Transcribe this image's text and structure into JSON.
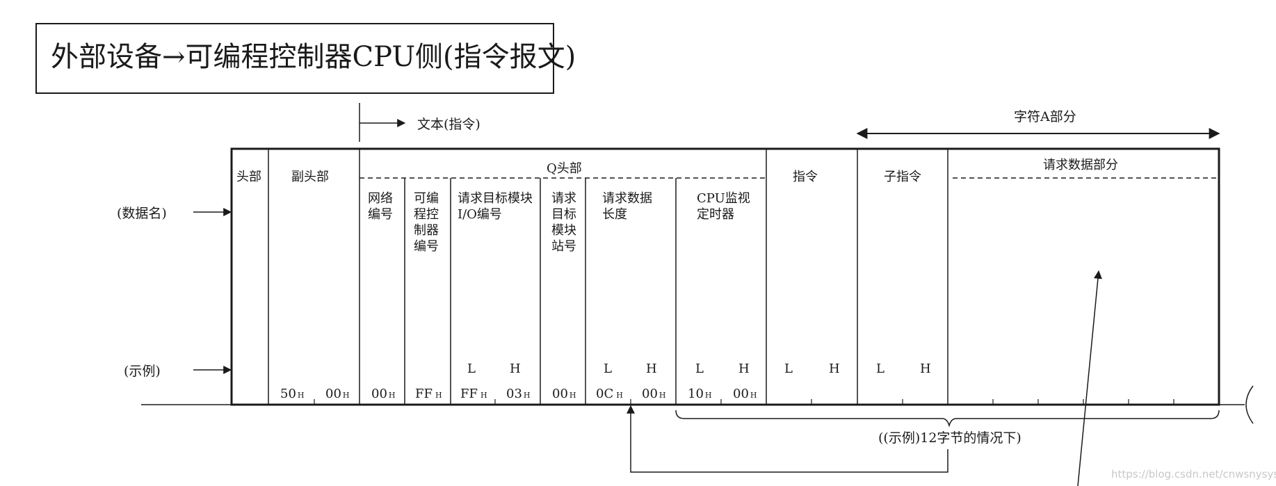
{
  "title": "外部设备→可编程控制器CPU侧(指令报文)",
  "text_arrow_label": "文本(指令)",
  "char_a_label": "字符A部分",
  "row_labels": {
    "data_name": "(数据名)",
    "example": "(示例)"
  },
  "columns": {
    "head": "头部",
    "subhead": "副头部",
    "q_head": "Q头部",
    "network": [
      "网络",
      "编号"
    ],
    "plc": [
      "可编",
      "程控",
      "制器",
      "编号"
    ],
    "io": [
      "请求目标模块",
      "I/O编号"
    ],
    "station": [
      "请求",
      "目标",
      "模块",
      "站号"
    ],
    "length": [
      "请求数据",
      "长度"
    ],
    "timer": [
      "CPU监视",
      "定时器"
    ],
    "command": "指令",
    "subcommand": "子指令",
    "request_data": "请求数据部分"
  },
  "lh": {
    "l": "L",
    "h": "H"
  },
  "examples": {
    "subhead_1": "50",
    "subhead_2": "00",
    "network": "00",
    "plc": "FF",
    "io_1": "FF",
    "io_2": "03",
    "station": "00",
    "length_1": "0C",
    "length_2": "00",
    "timer_1": "10",
    "timer_2": "00",
    "hex_suffix": "H"
  },
  "brace_label": "((示例)12字节的情况下)",
  "watermark": "https://blog.csdn.net/cnwsnysys"
}
